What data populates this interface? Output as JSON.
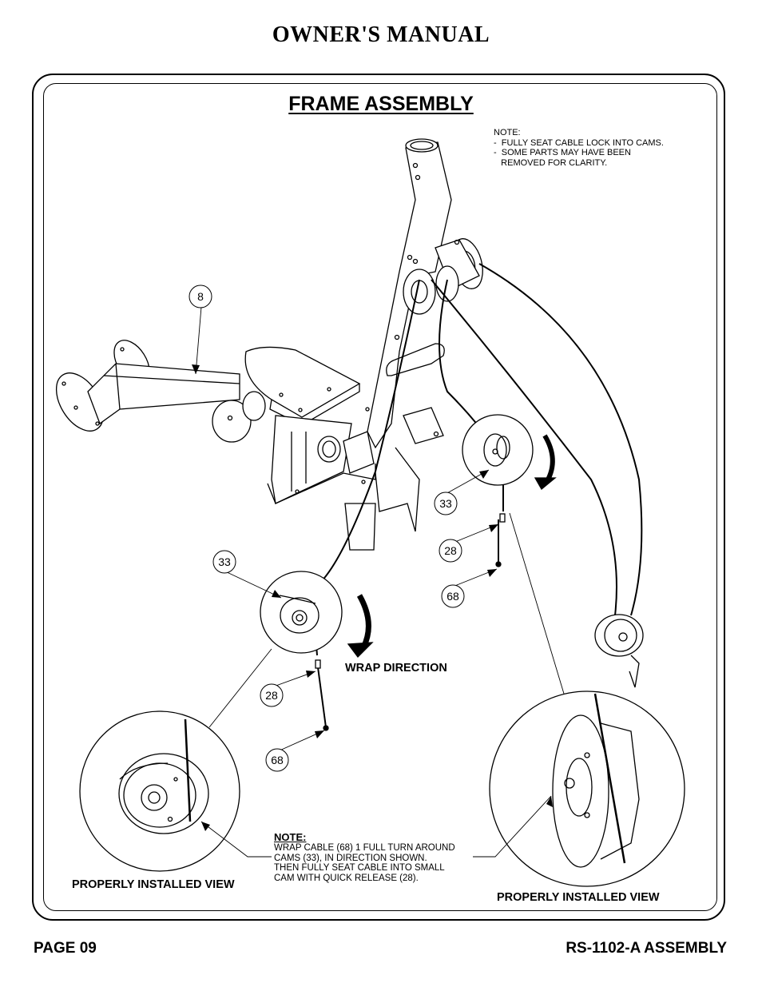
{
  "header": {
    "title": "OWNER'S MANUAL"
  },
  "section": {
    "title": "FRAME ASSEMBLY"
  },
  "note_top": {
    "lines": [
      "NOTE:",
      "-  FULLY SEAT CABLE LOCK INTO CAMS.",
      "-  SOME PARTS MAY HAVE BEEN",
      "   REMOVED FOR CLARITY."
    ]
  },
  "labels": {
    "wrap_direction": "WRAP DIRECTION",
    "properly_installed_left": "PROPERLY INSTALLED VIEW",
    "properly_installed_right": "PROPERLY INSTALLED VIEW"
  },
  "wrap_note": {
    "header": "NOTE:",
    "lines": [
      "WRAP CABLE (68) 1 FULL TURN AROUND",
      "CAMS (33), IN DIRECTION SHOWN.",
      "THEN FULLY SEAT CABLE INTO SMALL",
      "CAM WITH QUICK RELEASE (28)."
    ]
  },
  "callouts": {
    "c8": "8",
    "c33_right": "33",
    "c28_right": "28",
    "c68_right": "68",
    "c33_left": "33",
    "c28_left": "28",
    "c68_left": "68"
  },
  "footer": {
    "page": "PAGE 09",
    "model": "RS-1102-A ASSEMBLY"
  }
}
